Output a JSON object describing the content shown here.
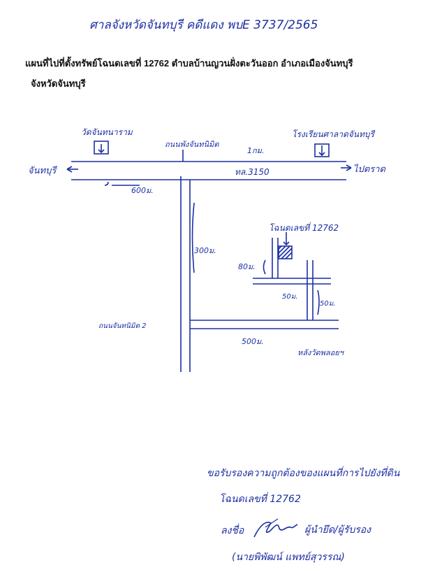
{
  "header": {
    "court_case": "ศาลจังหวัดจันทบุรี คดีแดง พบE 3737/2565",
    "title_line1": "แผนที่ไปที่ตั้งทรัพย์โฉนดเลขที่ 12762 ตำบลบ้านญวนฝั่งตะวันออก อำเภอเมืองจันทบุรี",
    "title_line2": "จังหวัดจันทบุรี"
  },
  "map": {
    "landmark_temple": "วัดจันทนาราม",
    "landmark_school": "โรงเรียนศาลาดจันทบุรี",
    "label_road_main": "ถนนพังจันทนิมิต",
    "label_distance_1km": "1กม.",
    "label_left_direction": "จันทบุรี",
    "label_right_direction": "ไปตราด",
    "label_highway": "ทล.3150",
    "label_600m": "600ม.",
    "label_300m": "300ม.",
    "label_deed": "โฉนดเลขที่ 12762",
    "label_80m": "80ม.",
    "label_50m_a": "50ม.",
    "label_50m_b": "50ม.",
    "label_road_2": "ถนนจันทนิมิต 2",
    "label_500m": "500ม.",
    "label_behind_temple": "หลังวัดพลอยฯ"
  },
  "footer": {
    "certify": "ขอรับรองความถูกต้องของแผนที่การไปยังที่ดิน",
    "deed_ref": "โฉนดเลขที่ 12762",
    "sign_label": "ลงชื่อ",
    "signer_role": "ผู้นำยึด/ผู้รับรอง",
    "signer_name": "(นายพิพัฒน์ แพทย์สุวรรณ)"
  },
  "colors": {
    "ink": "#1c2fa3",
    "text": "#111111"
  }
}
